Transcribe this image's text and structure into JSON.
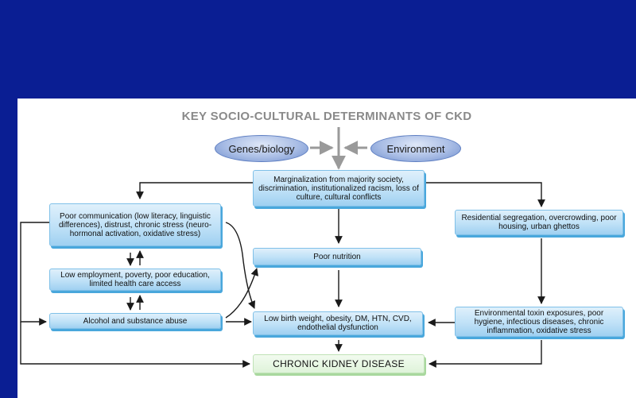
{
  "title": "KEY SOCIO-CULTURAL DETERMINANTS OF CKD",
  "nodes": {
    "genes": "Genes/biology",
    "environment": "Environment",
    "marginalization": "Marginalization from majority society, discrimination, institutionalized racism, loss of culture, cultural conflicts",
    "communication": "Poor communication (low literacy, linguistic differences), distrust, chronic stress (neuro-hormonal activation, oxidative stress)",
    "employment": "Low employment, poverty, poor education, limited health care access",
    "alcohol": "Alcohol and substance abuse",
    "nutrition": "Poor nutrition",
    "birthweight": "Low birth weight, obesity, DM, HTN, CVD, endothelial dysfunction",
    "residential": "Residential segregation, overcrowding, poor housing, urban ghettos",
    "toxin": "Environmental toxin exposures, poor hygiene, infectious diseases, chronic inflammation, oxidative stress",
    "ckd": "CHRONIC KIDNEY DISEASE"
  },
  "colors": {
    "background": "#0a1e93",
    "panel": "#ffffff",
    "box_fill": "#bfe1f7",
    "box_shadow": "#49a7dc",
    "ckd_fill": "#dff3da",
    "arrow": "#1a1a1a",
    "gray_arrow": "#9a9a9a"
  }
}
